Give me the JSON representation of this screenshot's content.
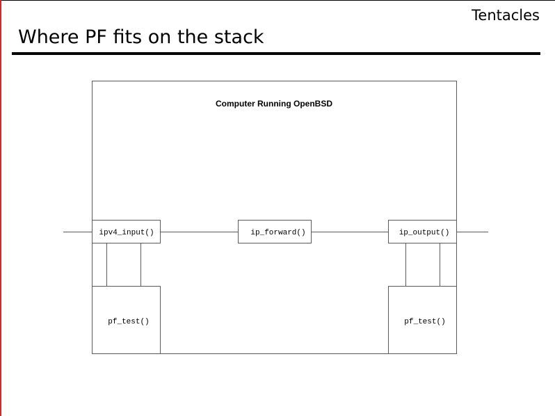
{
  "header": {
    "section": "Tentacles",
    "title": "Where PF fits on the stack"
  },
  "diagram": {
    "caption": "Computer Running OpenBSD",
    "nodes": {
      "ipv4_input": "ipv4_input()",
      "ip_forward": "ip_forward()",
      "ip_output": "ip_output()",
      "pf_test_left": "pf_test()",
      "pf_test_right": "pf_test()"
    }
  },
  "colors": {
    "border_accent": "#d62828",
    "stroke": "#5a5a5a",
    "text": "#000000"
  }
}
